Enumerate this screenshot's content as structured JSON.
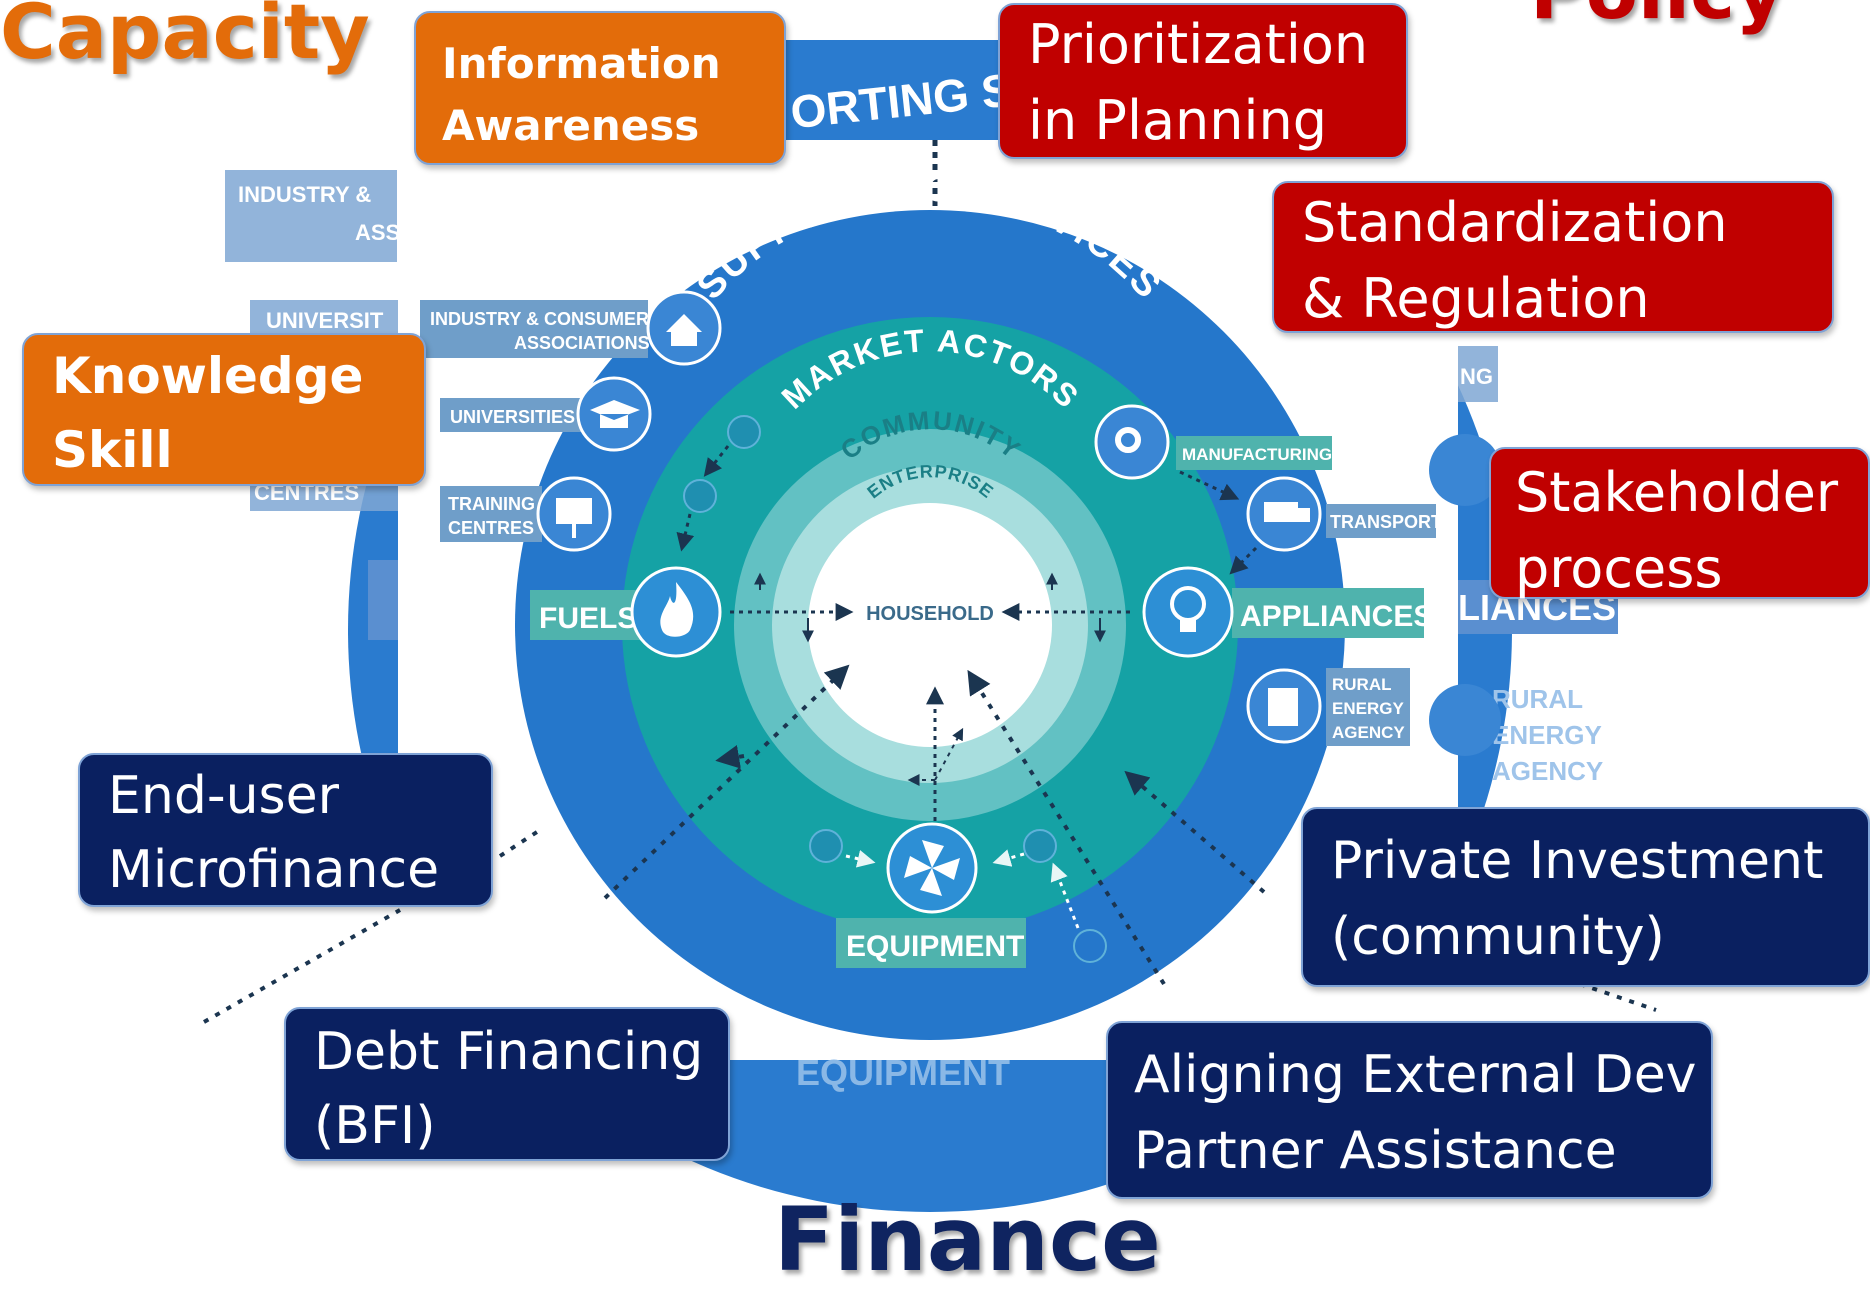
{
  "headings": {
    "capacity": "Capacity",
    "policy": "Policy",
    "finance": "Finance"
  },
  "callouts": {
    "information_awareness": [
      "Information",
      "Awareness"
    ],
    "knowledge_skill": [
      "Knowledge",
      "Skill"
    ],
    "prioritization": [
      "Prioritization",
      "in Planning"
    ],
    "standardization": [
      "Standardization",
      "& Regulation"
    ],
    "stakeholder": [
      "Stakeholder",
      "process"
    ],
    "end_user": [
      "End-user",
      "Microfinance"
    ],
    "private_investment": [
      "Private Investment",
      "(community)"
    ],
    "debt_financing": [
      "Debt Financing",
      "(BFI)"
    ],
    "aligning": [
      "Aligning External Dev",
      "Partner Assistance"
    ]
  },
  "diagram": {
    "supporting_services": "SUPPORTING SERVICES",
    "supporting_services_partial": "ORTING S",
    "market_actors": "MARKET ACTORS",
    "community": "COMMUNITY",
    "enterprise": "ENTERPRISE",
    "household": "HOUSEHOLD",
    "fuels": "FUELS",
    "appliances": "APPLIANCES",
    "appliances_partial": "LIANCES",
    "equipment": "EQUIPMENT",
    "equipment_partial": "EQUIPMENT",
    "industry": [
      "INDUSTRY & CONSUMER",
      "ASSOCIATIONS"
    ],
    "industry_partial": [
      "INDUSTRY &",
      "ASS"
    ],
    "universities": "UNIVERSITIES",
    "universities_partial": "UNIVERSIT",
    "training": [
      "TRAINING",
      "CENTRES"
    ],
    "training_partial": "CENTRES",
    "manufacturing": "MANUFACTURING",
    "manufacturing_partial": "NG",
    "transport": "TRANSPORT",
    "rural": [
      "RURAL",
      "ENERGY",
      "AGENCY"
    ],
    "rural_partial": [
      "RURAL",
      "ENERGY",
      "AGENCY"
    ]
  },
  "colors": {
    "outer_ring": "#2a7bcf",
    "outer_ring_dark": "#1f69b8",
    "teal_ring": "#15a2a5",
    "light_teal_ring": "#7fcfcf",
    "center": "#ffffff",
    "label_teal": "#4fb3ad",
    "tag_gray": "#6f9ec9",
    "capacity": "#e36c0a",
    "policy": "#c00000",
    "finance": "#0f2460"
  }
}
